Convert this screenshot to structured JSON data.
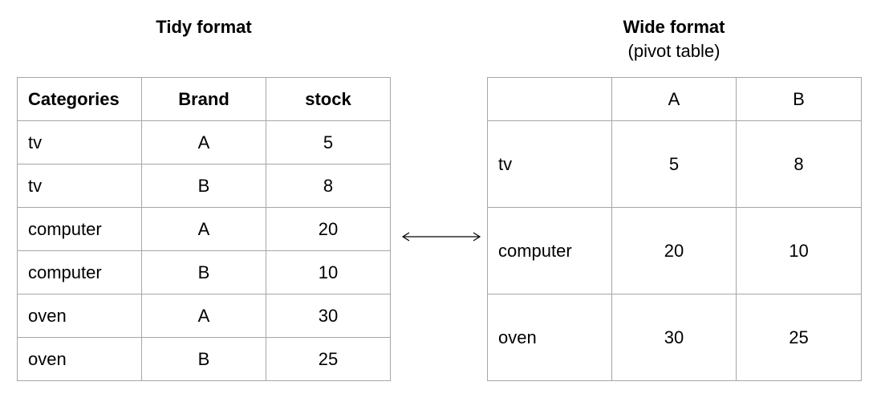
{
  "tidy": {
    "title": "Tidy format",
    "headers": [
      "Categories",
      "Brand",
      "stock"
    ],
    "rows": [
      [
        "tv",
        "A",
        "5"
      ],
      [
        "tv",
        "B",
        "8"
      ],
      [
        "computer",
        "A",
        "20"
      ],
      [
        "computer",
        "B",
        "10"
      ],
      [
        "oven",
        "A",
        "30"
      ],
      [
        "oven",
        "B",
        "25"
      ]
    ]
  },
  "wide": {
    "title": "Wide format",
    "subtitle": "(pivot table)",
    "headers": [
      "",
      "A",
      "B"
    ],
    "rows": [
      [
        "tv",
        "5",
        "8"
      ],
      [
        "computer",
        "20",
        "10"
      ],
      [
        "oven",
        "30",
        "25"
      ]
    ]
  },
  "arrow": {
    "icon": "double-arrow-icon",
    "color": "#000000"
  }
}
